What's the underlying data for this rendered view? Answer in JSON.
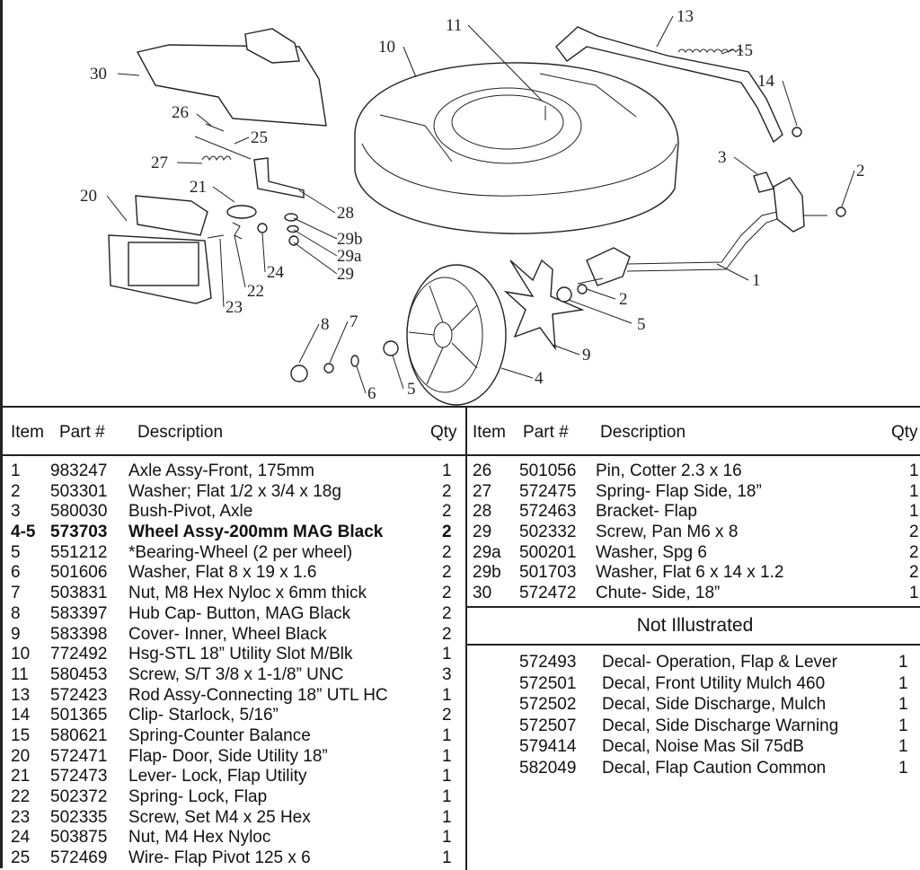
{
  "callouts": [
    "30",
    "26",
    "25",
    "27",
    "20",
    "21",
    "28",
    "29b",
    "29a",
    "29",
    "24",
    "22",
    "23",
    "10",
    "11",
    "13",
    "15",
    "14",
    "3",
    "2",
    "1",
    "2",
    "5",
    "9",
    "4",
    "8",
    "7",
    "6",
    "5"
  ],
  "table_headers": {
    "item": "Item",
    "part": "Part #",
    "description": "Description",
    "qty": "Qty"
  },
  "left_rows": [
    {
      "item": "1",
      "part": "983247",
      "desc": "Axle Assy-Front, 175mm",
      "qty": "1"
    },
    {
      "item": "2",
      "part": "503301",
      "desc": "Washer; Flat  1/2 x 3/4 x 18g",
      "qty": "2"
    },
    {
      "item": "3",
      "part": "580030",
      "desc": "Bush-Pivot, Axle",
      "qty": "2"
    },
    {
      "item": "4-5",
      "part": "573703",
      "desc": "Wheel Assy-200mm MAG Black",
      "qty": "2"
    },
    {
      "item": "5",
      "part": "551212",
      "desc": "*Bearing-Wheel (2 per wheel)",
      "qty": "2"
    },
    {
      "item": "6",
      "part": "501606",
      "desc": "Washer, Flat 8 x 19 x 1.6",
      "qty": "2"
    },
    {
      "item": "7",
      "part": "503831",
      "desc": "Nut, M8 Hex Nyloc x 6mm thick",
      "qty": "2"
    },
    {
      "item": "8",
      "part": "583397",
      "desc": "Hub Cap- Button, MAG   Black",
      "qty": "2"
    },
    {
      "item": "9",
      "part": "583398",
      "desc": "Cover- Inner, Wheel Black",
      "qty": "2"
    },
    {
      "item": "10",
      "part": "772492",
      "desc": "Hsg-STL 18” Utility Slot      M/Blk",
      "qty": "1"
    },
    {
      "item": "11",
      "part": "580453",
      "desc": "Screw, S/T  3/8 x 1-1/8” UNC",
      "qty": "3"
    },
    {
      "item": "13",
      "part": "572423",
      "desc": "Rod Assy-Connecting 18” UTL HC",
      "qty": "1"
    },
    {
      "item": "14",
      "part": "501365",
      "desc": "Clip- Starlock, 5/16”",
      "qty": "2"
    },
    {
      "item": "15",
      "part": "580621",
      "desc": "Spring-Counter Balance",
      "qty": "1"
    },
    {
      "item": "20",
      "part": "572471",
      "desc": "Flap- Door, Side Utility 18”",
      "qty": "1"
    },
    {
      "item": "21",
      "part": "572473",
      "desc": "Lever- Lock, Flap Utility",
      "qty": "1"
    },
    {
      "item": "22",
      "part": "502372",
      "desc": "Spring- Lock, Flap",
      "qty": "1"
    },
    {
      "item": "23",
      "part": "502335",
      "desc": "Screw, Set  M4 x 25 Hex",
      "qty": "1"
    },
    {
      "item": "24",
      "part": "503875",
      "desc": "Nut, M4 Hex Nyloc",
      "qty": "1"
    },
    {
      "item": "25",
      "part": "572469",
      "desc": "Wire- Flap Pivot 125 x 6",
      "qty": "1"
    }
  ],
  "right_rows": [
    {
      "item": "26",
      "part": "501056",
      "desc": "Pin, Cotter  2.3 x 16",
      "qty": "1"
    },
    {
      "item": "27",
      "part": "572475",
      "desc": "Spring- Flap Side, 18”",
      "qty": "1"
    },
    {
      "item": "28",
      "part": "572463",
      "desc": "Bracket- Flap",
      "qty": "1"
    },
    {
      "item": "29",
      "part": "502332",
      "desc": "Screw, Pan  M6 x 8",
      "qty": "2"
    },
    {
      "item": "29a",
      "part": "500201",
      "desc": "Washer, Spg 6",
      "qty": "2"
    },
    {
      "item": "29b",
      "part": "501703",
      "desc": "Washer, Flat 6 x 14 x 1.2",
      "qty": "2"
    },
    {
      "item": "30",
      "part": "572472",
      "desc": "Chute- Side, 18”",
      "qty": "1"
    }
  ],
  "not_illustrated_label": "Not  Illustrated",
  "decal_rows": [
    {
      "part": "572493",
      "desc": "Decal- Operation, Flap & Lever",
      "qty": "1"
    },
    {
      "part": "572501",
      "desc": "Decal, Front Utility Mulch 460",
      "qty": "1"
    },
    {
      "part": "572502",
      "desc": "Decal, Side Discharge, Mulch",
      "qty": "1"
    },
    {
      "part": "572507",
      "desc": "Decal, Side Discharge Warning",
      "qty": "1"
    },
    {
      "part": "579414",
      "desc": "Decal, Noise Mas Sil 75dB",
      "qty": "1"
    },
    {
      "part": "582049",
      "desc": "Decal, Flap Caution Common",
      "qty": "1"
    }
  ]
}
